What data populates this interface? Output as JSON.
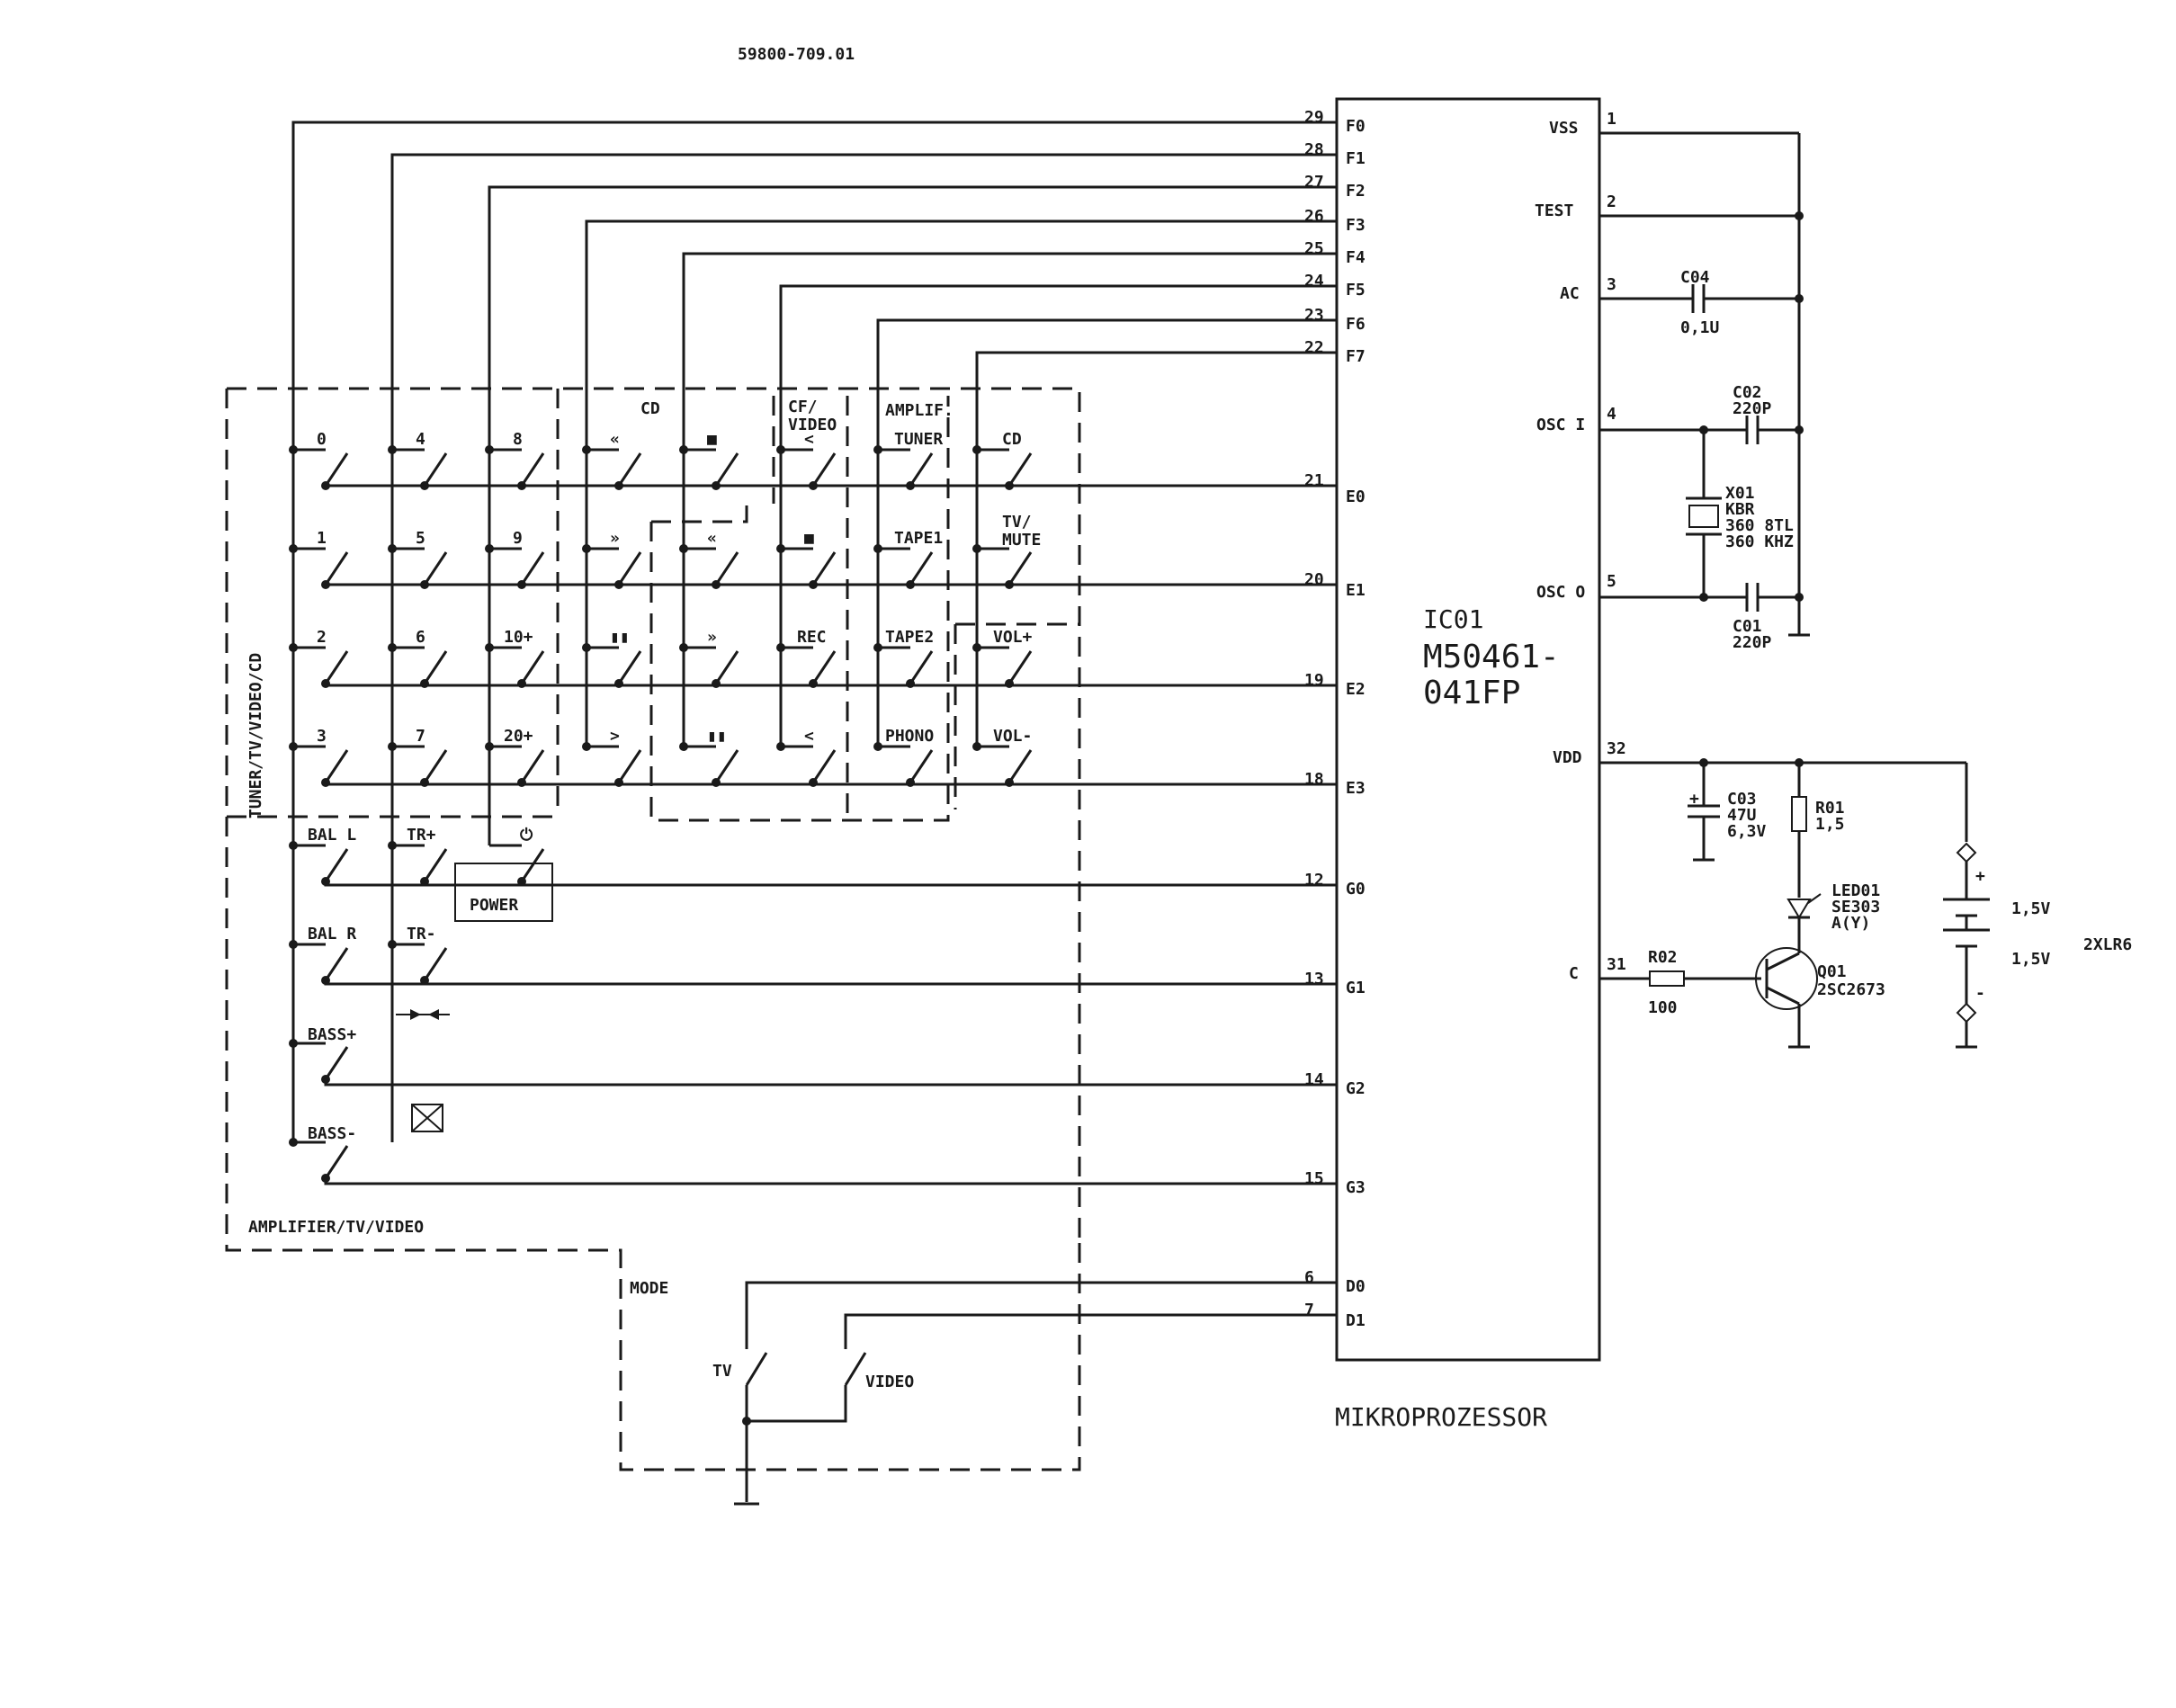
{
  "doc_number": "59800-709.01",
  "ic": {
    "ref": "IC01",
    "part_line1": "M50461-",
    "part_line2": "041FP",
    "caption": "MIKROPROZESSOR",
    "f_pins": [
      {
        "num": "29",
        "name": "F0"
      },
      {
        "num": "28",
        "name": "F1"
      },
      {
        "num": "27",
        "name": "F2"
      },
      {
        "num": "26",
        "name": "F3"
      },
      {
        "num": "25",
        "name": "F4"
      },
      {
        "num": "24",
        "name": "F5"
      },
      {
        "num": "23",
        "name": "F6"
      },
      {
        "num": "22",
        "name": "F7"
      }
    ],
    "e_pins": [
      {
        "num": "21",
        "name": "E0"
      },
      {
        "num": "20",
        "name": "E1"
      },
      {
        "num": "19",
        "name": "E2"
      },
      {
        "num": "18",
        "name": "E3"
      }
    ],
    "g_pins": [
      {
        "num": "12",
        "name": "G0"
      },
      {
        "num": "13",
        "name": "G1"
      },
      {
        "num": "14",
        "name": "G2"
      },
      {
        "num": "15",
        "name": "G3"
      }
    ],
    "d_pins": [
      {
        "num": "6",
        "name": "D0"
      },
      {
        "num": "7",
        "name": "D1"
      }
    ],
    "right_pins": [
      {
        "num": "1",
        "name": "VSS"
      },
      {
        "num": "2",
        "name": "TEST"
      },
      {
        "num": "3",
        "name": "AC"
      },
      {
        "num": "4",
        "name": "OSC I"
      },
      {
        "num": "5",
        "name": "OSC O"
      },
      {
        "num": "32",
        "name": "VDD"
      },
      {
        "num": "31",
        "name": "C"
      }
    ]
  },
  "keys": [
    {
      "label": "0"
    },
    {
      "label": "4"
    },
    {
      "label": "8"
    },
    {
      "label": "«"
    },
    {
      "label": "■"
    },
    {
      "label": "<"
    },
    {
      "label": "TUNER"
    },
    {
      "label": "CD"
    },
    {
      "label": "1"
    },
    {
      "label": "5"
    },
    {
      "label": "9"
    },
    {
      "label": "»"
    },
    {
      "label": "«"
    },
    {
      "label": "■"
    },
    {
      "label": "TAPE1"
    },
    {
      "label": "TV/ MUTE"
    },
    {
      "label": "2"
    },
    {
      "label": "6"
    },
    {
      "label": "10+"
    },
    {
      "label": "▮▮"
    },
    {
      "label": "»"
    },
    {
      "label": "REC"
    },
    {
      "label": "TAPE2"
    },
    {
      "label": "VOL+"
    },
    {
      "label": "3"
    },
    {
      "label": "7"
    },
    {
      "label": "20+"
    },
    {
      "label": ">"
    },
    {
      "label": "▮▮"
    },
    {
      "label": "<"
    },
    {
      "label": "PHONO"
    },
    {
      "label": "VOL-"
    }
  ],
  "g_keys": [
    {
      "label": "BAL L"
    },
    {
      "label": "TR+"
    },
    {
      "label": "BAL R"
    },
    {
      "label": "TR-"
    },
    {
      "label": "BASS+"
    },
    {
      "label": "BASS-"
    }
  ],
  "power": {
    "symbol": "⏻",
    "label": "POWER"
  },
  "groups": {
    "cd": "CD",
    "cf_video": "CF/ VIDEO",
    "amplif": "AMPLIF.",
    "tuner_side": "TUNER/TV/VIDEO/CD",
    "amp_tv_video": "AMPLIFIER/TV/VIDEO",
    "mode": "MODE"
  },
  "mode_switches": {
    "tv": "TV",
    "video": "VIDEO"
  },
  "components": {
    "c04": {
      "ref": "C04",
      "value": "0,1U"
    },
    "c02": {
      "ref": "C02",
      "value": "220P"
    },
    "c01": {
      "ref": "C01",
      "value": "220P"
    },
    "x01": {
      "ref": "X01",
      "l1": "KBR",
      "l2": "360 8TL",
      "l3": "360 KHZ"
    },
    "c03": {
      "ref": "C03",
      "l1": "47U",
      "l2": "6,3V"
    },
    "r01": {
      "ref": "R01",
      "value": "1,5"
    },
    "led01": {
      "ref": "LED01",
      "l1": "SE303",
      "l2": "A(Y)"
    },
    "r02": {
      "ref": "R02",
      "value": "100"
    },
    "q01": {
      "ref": "Q01",
      "value": "2SC2673"
    },
    "battery": {
      "v1": "1,5V",
      "v2": "1,5V",
      "type": "2XLR6",
      "plus": "+",
      "minus": "-"
    }
  }
}
